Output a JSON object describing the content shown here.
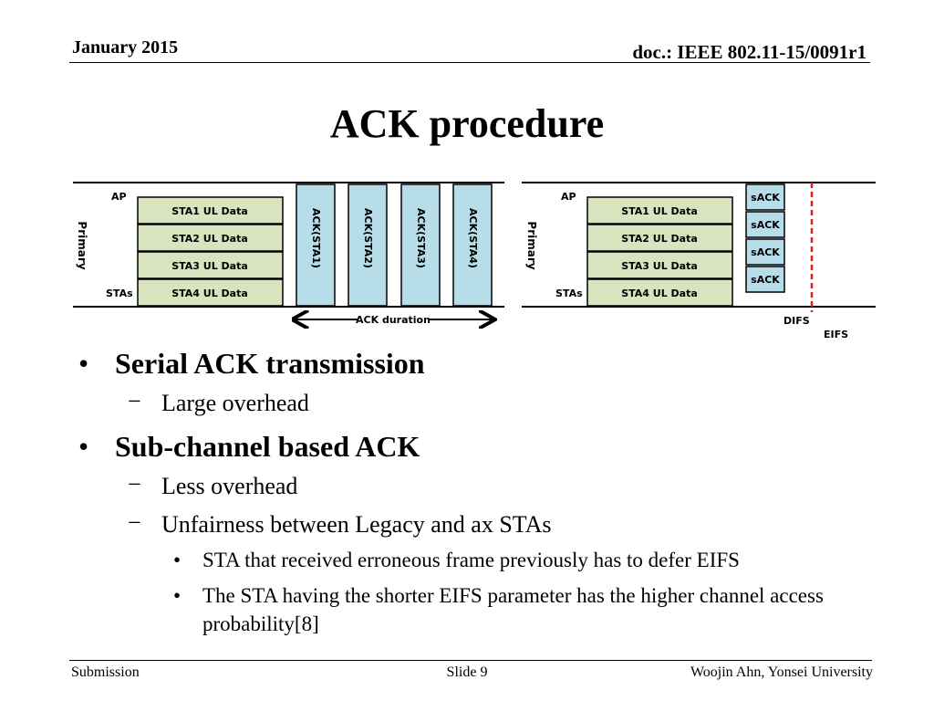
{
  "header": {
    "date": "January 2015",
    "doc_id": "doc.: IEEE 802.11-15/0091r1"
  },
  "title": "ACK procedure",
  "diagram": {
    "left": {
      "ap_label": "AP",
      "stas_label": "STAs",
      "primary_label": "Primary",
      "data_frames": [
        "STA1 UL Data",
        "STA2 UL Data",
        "STA3 UL Data",
        "STA4 UL Data"
      ],
      "ack_frames": [
        "ACK(STA1)",
        "ACK(STA2)",
        "ACK(STA3)",
        "ACK(STA4)"
      ],
      "duration_label": "ACK duration"
    },
    "right": {
      "ap_label": "AP",
      "stas_label": "STAs",
      "primary_label": "Primary",
      "data_frames": [
        "STA1 UL Data",
        "STA2 UL Data",
        "STA3 UL Data",
        "STA4 UL Data"
      ],
      "sack_frames": [
        "sACK",
        "sACK",
        "sACK",
        "sACK"
      ],
      "difs_label": "DIFS",
      "eifs_label": "EIFS"
    },
    "colors": {
      "data_fill": "#d7e4bd",
      "ack_fill": "#b7dde8",
      "eifs_line": "#e02020"
    }
  },
  "bullets": [
    {
      "text": "Serial ACK transmission",
      "sub": [
        {
          "text": "Large overhead"
        }
      ]
    },
    {
      "text": "Sub-channel based ACK",
      "sub": [
        {
          "text": "Less overhead"
        },
        {
          "text": "Unfairness between Legacy and ax STAs",
          "sub": [
            "STA that received erroneous frame previously has to defer EIFS",
            "The STA having the shorter EIFS parameter has the higher channel access probability[8]"
          ]
        }
      ]
    }
  ],
  "footer": {
    "left": "Submission",
    "center": "Slide 9",
    "right": "Woojin Ahn, Yonsei University"
  }
}
